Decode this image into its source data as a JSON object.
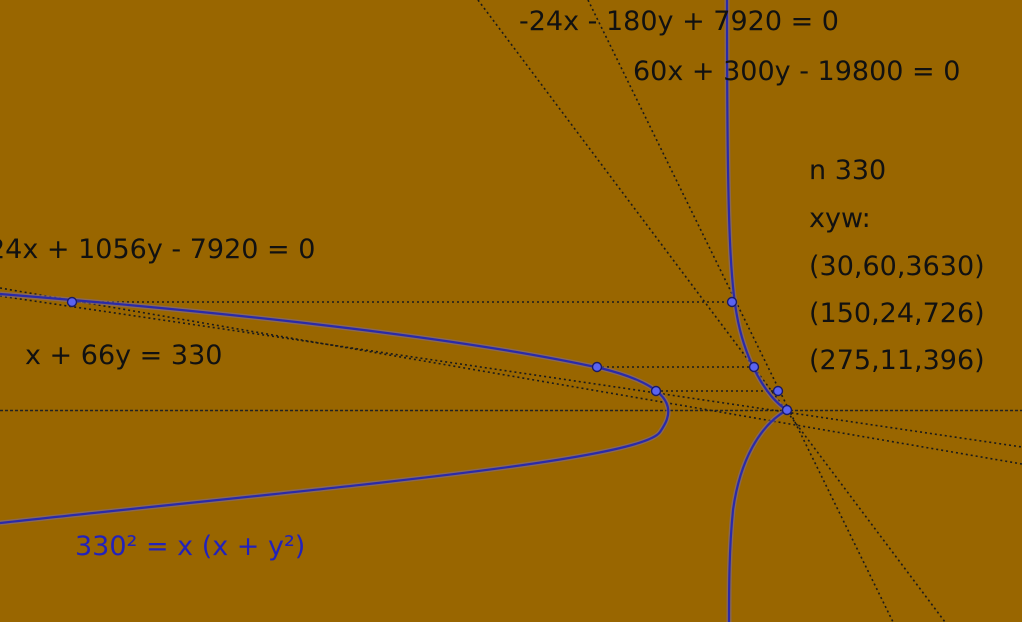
{
  "colors": {
    "background": "#996600",
    "curve": "#2a2aa8",
    "curve_halo": "#7a6aa0",
    "line": "#1a1a1a",
    "point_fill": "#5a63f0",
    "point_stroke": "#1a1a66",
    "curve_label": "#2222bb"
  },
  "equations": {
    "line1": "-24x - 180y + 7920 = 0",
    "line2": "60x + 300y - 19800 = 0",
    "line3": "24x + 1056y - 7920 = 0",
    "line4": "x + 66y = 330",
    "curve": "330² = x (x + y²)"
  },
  "info": {
    "n_line": "n 330",
    "xyw_header": "xyw:",
    "triples": [
      "(30,60,3630)",
      "(150,24,726)",
      "(275,11,396)"
    ]
  },
  "point_icon": "point-icon"
}
